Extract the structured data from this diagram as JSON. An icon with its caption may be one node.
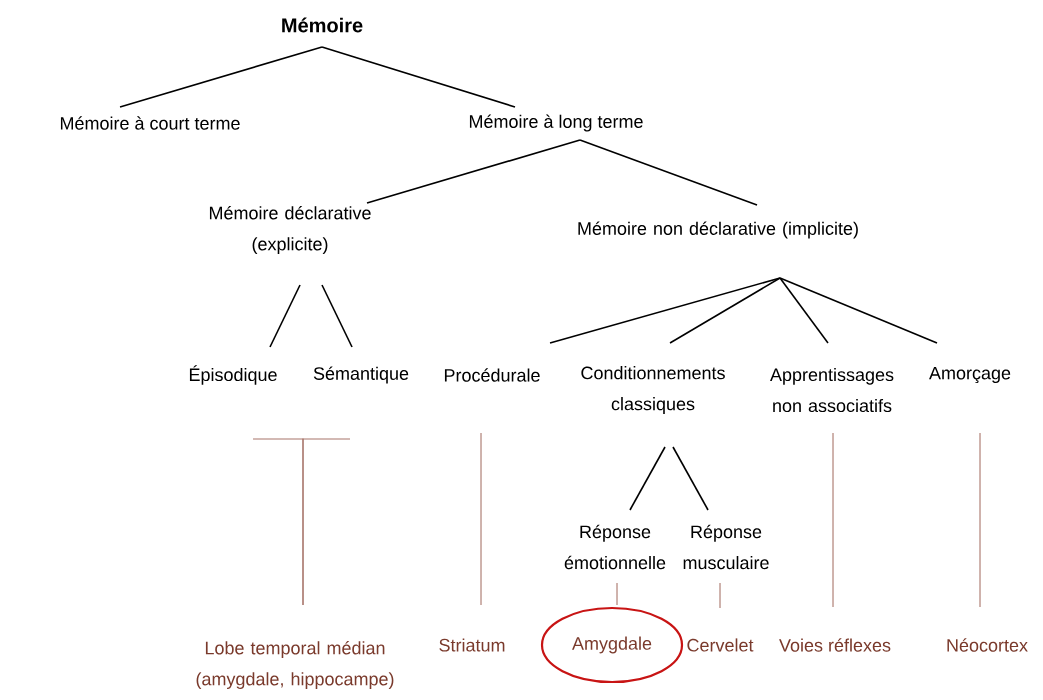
{
  "diagram": {
    "nodes": [
      {
        "text": [
          "Mémoire"
        ]
      },
      {
        "text": [
          "Mémoire à court terme"
        ]
      },
      {
        "text": [
          "Mémoire à long terme"
        ]
      },
      {
        "text": [
          "Mémoire déclarative (explicite)"
        ]
      },
      {
        "text": [
          "Mémoire non déclarative (implicite)"
        ]
      },
      {
        "text": [
          "Épisodique"
        ]
      },
      {
        "text": [
          "Sémantique"
        ]
      },
      {
        "text": [
          "Procédurale"
        ]
      },
      {
        "text": [
          "Conditionnements classiques"
        ]
      },
      {
        "text": [
          "Apprentissages non associatifs"
        ]
      },
      {
        "text": [
          "Amorçage"
        ]
      },
      {
        "text": [
          "Réponse émotionnelle"
        ]
      },
      {
        "text": [
          "Réponse musculaire"
        ]
      },
      {
        "text": [
          "Lobe temporal médian (amygdale, hippocampe)"
        ]
      },
      {
        "text": [
          "Striatum"
        ]
      },
      {
        "text": [
          "Amygdale"
        ]
      },
      {
        "text": [
          "Cervelet"
        ]
      },
      {
        "text": [
          "Voies réflexes"
        ]
      },
      {
        "text": [
          "Néocortex"
        ]
      }
    ],
    "edges": [
      {
        "from": 0,
        "to": 1,
        "arrow": "none"
      },
      {
        "from": 0,
        "to": 2,
        "arrow": "none"
      },
      {
        "from": 2,
        "to": 3,
        "arrow": "none"
      },
      {
        "from": 2,
        "to": 4,
        "arrow": "none"
      },
      {
        "from": 3,
        "to": 5,
        "arrow": "none"
      },
      {
        "from": 3,
        "to": 6,
        "arrow": "none"
      },
      {
        "from": 4,
        "to": 7,
        "arrow": "none"
      },
      {
        "from": 4,
        "to": 8,
        "arrow": "none"
      },
      {
        "from": 4,
        "to": 9,
        "arrow": "none"
      },
      {
        "from": 4,
        "to": 10,
        "arrow": "none"
      },
      {
        "from": 8,
        "to": 11,
        "arrow": "none"
      },
      {
        "from": 8,
        "to": 12,
        "arrow": "none"
      },
      {
        "from": 5,
        "to": 13,
        "arrow": "none",
        "color": "#a8756a"
      },
      {
        "from": 6,
        "to": 13,
        "arrow": "none",
        "color": "#a8756a"
      },
      {
        "from": 7,
        "to": 14,
        "arrow": "none",
        "color": "#a8756a"
      },
      {
        "from": 11,
        "to": 15,
        "arrow": "none",
        "color": "#a8756a"
      },
      {
        "from": 12,
        "to": 16,
        "arrow": "none",
        "color": "#a8756a"
      },
      {
        "from": 9,
        "to": 17,
        "arrow": "none",
        "color": "#a8756a"
      },
      {
        "from": 10,
        "to": 18,
        "arrow": "none",
        "color": "#a8756a"
      }
    ]
  }
}
